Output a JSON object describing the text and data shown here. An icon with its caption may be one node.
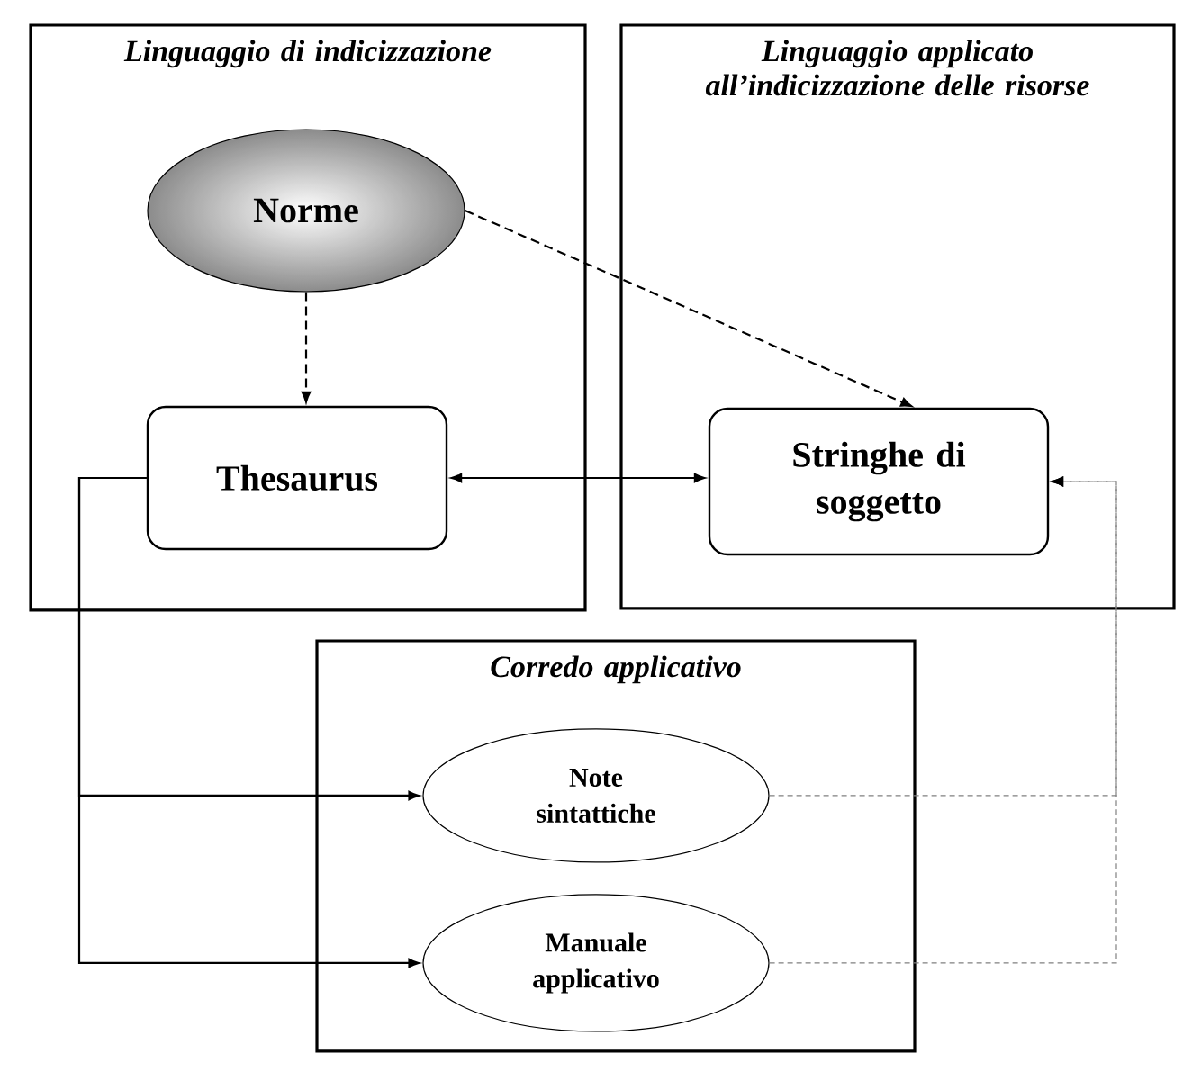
{
  "diagram": {
    "nodes": [
      {
        "text": [
          "Linguaggio di indicizzazione"
        ]
      },
      {
        "text": [
          "Norme"
        ],
        "in": 0
      },
      {
        "text": [
          "Thesaurus"
        ],
        "in": 0
      },
      {
        "text": [
          "Linguaggio applicato all’indicizzazione delle risorse"
        ]
      },
      {
        "text": [
          "Stringhe di soggetto"
        ],
        "in": 3
      },
      {
        "text": [
          "Corredo applicativo"
        ]
      },
      {
        "text": [
          "Note sintattiche"
        ],
        "in": 5
      },
      {
        "text": [
          "Manuale applicativo"
        ],
        "in": 5
      }
    ],
    "edges": [
      {
        "from": 1,
        "to": 2,
        "arrow": "to",
        "style": "dashed"
      },
      {
        "from": 1,
        "to": 4,
        "arrow": "to",
        "style": "dashed"
      },
      {
        "from": 2,
        "to": 4,
        "arrow": "both"
      },
      {
        "from": 2,
        "to": 6,
        "arrow": "to"
      },
      {
        "from": 2,
        "to": 7,
        "arrow": "to"
      },
      {
        "from": 6,
        "to": 4,
        "arrow": "to",
        "style": "dashed",
        "color": "#808080"
      },
      {
        "from": 7,
        "to": 4,
        "arrow": "to",
        "style": "dashed",
        "color": "#808080"
      }
    ]
  }
}
